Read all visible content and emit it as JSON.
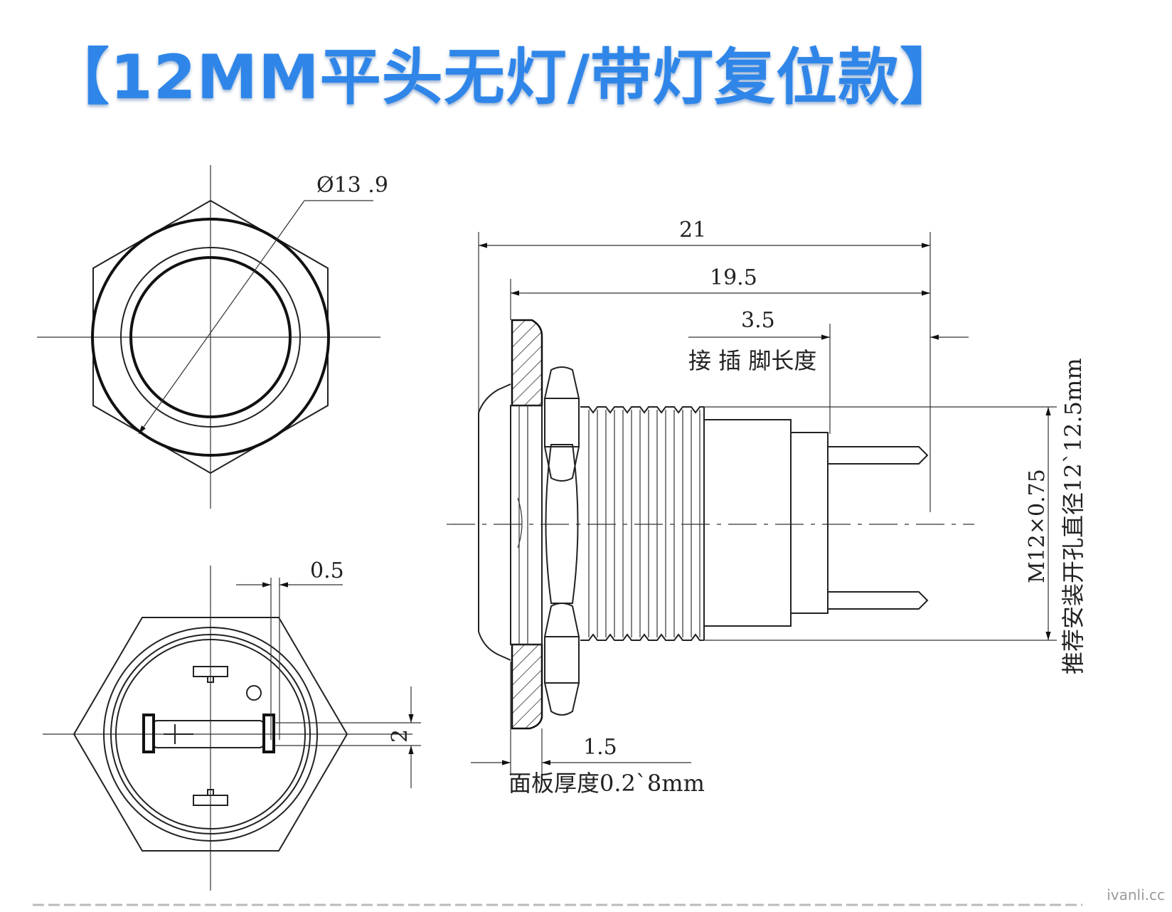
{
  "title": "【12MM平头无灯/带灯复位款】",
  "dimensions": {
    "diameter": "Ø13 .9",
    "total_length": "21",
    "body_length": "19.5",
    "pin_length": "3.5",
    "pin_length_label": "接 插 脚长度",
    "contact_gap": "0.5",
    "pin_spacing": "2",
    "flange": "1.5",
    "panel_thickness_label": "面板厚度0.2`8mm",
    "thread_label": "M12×0.75",
    "mount_hole_label": "推荐安装开孔直径12`12.5mm"
  },
  "watermark": "ivanli.cc",
  "colors": {
    "title": "#2f86e8",
    "line": "#222222"
  }
}
